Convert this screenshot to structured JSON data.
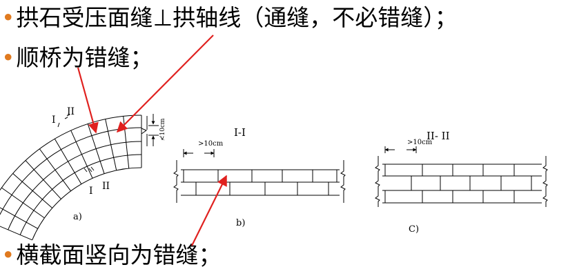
{
  "bullets": [
    "拱石受压面缝⊥拱轴线（通缝，不必错缝）；",
    "顺桥为错缝；",
    "横截面竖向为错缝；"
  ],
  "bullet_color": "#e07a1f",
  "arrow_color": "#e0211f",
  "figure_a": {
    "label": "a)",
    "section_marks_top": [
      "I",
      "II"
    ],
    "section_marks_bottom": [
      "I",
      "II"
    ],
    "dimension": "≮10cm"
  },
  "figure_b": {
    "label": "b)",
    "title": "I-I",
    "dimension": ">10cm"
  },
  "figure_c": {
    "label": "C)",
    "title": "II- II",
    "dimension": ">10cm"
  }
}
